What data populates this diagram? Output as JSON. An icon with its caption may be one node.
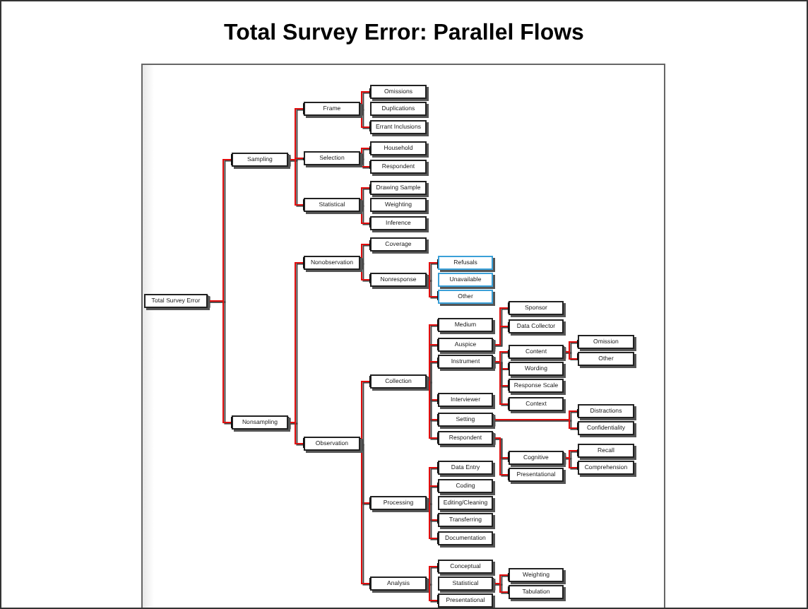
{
  "diagram": {
    "title": "Total Survey Error: Parallel Flows",
    "nodes": [
      {
        "text": [
          "Total Survey Error"
        ]
      },
      {
        "text": [
          "Sampling"
        ]
      },
      {
        "text": [
          "Frame"
        ]
      },
      {
        "text": [
          "Omissions"
        ]
      },
      {
        "text": [
          "Duplications"
        ]
      },
      {
        "text": [
          "Errant Inclusions"
        ]
      },
      {
        "text": [
          "Selection"
        ]
      },
      {
        "text": [
          "Household"
        ]
      },
      {
        "text": [
          "Respondent"
        ]
      },
      {
        "text": [
          "Statistical"
        ]
      },
      {
        "text": [
          "Drawing Sample"
        ]
      },
      {
        "text": [
          "Weighting"
        ]
      },
      {
        "text": [
          "Inference"
        ]
      },
      {
        "text": [
          "Nonsampling"
        ]
      },
      {
        "text": [
          "Nonobservation"
        ]
      },
      {
        "text": [
          "Coverage"
        ]
      },
      {
        "text": [
          "Nonresponse"
        ]
      },
      {
        "text": [
          "Refusals"
        ]
      },
      {
        "text": [
          "Unavailable"
        ]
      },
      {
        "text": [
          "Other"
        ]
      },
      {
        "text": [
          "Observation"
        ]
      },
      {
        "text": [
          "Collection"
        ]
      },
      {
        "text": [
          "Medium"
        ]
      },
      {
        "text": [
          "Auspice"
        ]
      },
      {
        "text": [
          "Sponsor"
        ]
      },
      {
        "text": [
          "Data Collector"
        ]
      },
      {
        "text": [
          "Instrument"
        ]
      },
      {
        "text": [
          "Content"
        ]
      },
      {
        "text": [
          "Omission"
        ]
      },
      {
        "text": [
          "Other"
        ]
      },
      {
        "text": [
          "Wording"
        ]
      },
      {
        "text": [
          "Response Scale"
        ]
      },
      {
        "text": [
          "Context"
        ]
      },
      {
        "text": [
          "Interviewer"
        ]
      },
      {
        "text": [
          "Setting"
        ]
      },
      {
        "text": [
          "Distractions"
        ]
      },
      {
        "text": [
          "Confidentiality"
        ]
      },
      {
        "text": [
          "Respondent"
        ]
      },
      {
        "text": [
          "Cognitive"
        ]
      },
      {
        "text": [
          "Recall"
        ]
      },
      {
        "text": [
          "Comprehension"
        ]
      },
      {
        "text": [
          "Presentational"
        ]
      },
      {
        "text": [
          "Processing"
        ]
      },
      {
        "text": [
          "Data Entry"
        ]
      },
      {
        "text": [
          "Coding"
        ]
      },
      {
        "text": [
          "Editing/Cleaning"
        ]
      },
      {
        "text": [
          "Transferring"
        ]
      },
      {
        "text": [
          "Documentation"
        ]
      },
      {
        "text": [
          "Analysis"
        ]
      },
      {
        "text": [
          "Conceptual"
        ]
      },
      {
        "text": [
          "Statistical"
        ]
      },
      {
        "text": [
          "Weighting"
        ]
      },
      {
        "text": [
          "Tabulation"
        ]
      },
      {
        "text": [
          "Presentational"
        ]
      }
    ],
    "edges": [
      {
        "from": 0,
        "to": 1,
        "arrow": "other"
      },
      {
        "from": 1,
        "to": 2,
        "arrow": "other"
      },
      {
        "from": 2,
        "to": 3,
        "arrow": "other"
      },
      {
        "from": 2,
        "to": 4,
        "arrow": "other"
      },
      {
        "from": 2,
        "to": 5,
        "arrow": "other"
      },
      {
        "from": 1,
        "to": 6,
        "arrow": "other"
      },
      {
        "from": 6,
        "to": 7,
        "arrow": "other"
      },
      {
        "from": 6,
        "to": 8,
        "arrow": "other"
      },
      {
        "from": 1,
        "to": 9,
        "arrow": "other"
      },
      {
        "from": 9,
        "to": 10,
        "arrow": "other"
      },
      {
        "from": 9,
        "to": 11,
        "arrow": "other"
      },
      {
        "from": 9,
        "to": 12,
        "arrow": "other"
      },
      {
        "from": 0,
        "to": 13,
        "arrow": "other"
      },
      {
        "from": 13,
        "to": 14,
        "arrow": "other"
      },
      {
        "from": 14,
        "to": 15,
        "arrow": "other"
      },
      {
        "from": 14,
        "to": 16,
        "arrow": "other"
      },
      {
        "from": 16,
        "to": 17,
        "arrow": "other"
      },
      {
        "from": 16,
        "to": 18,
        "arrow": "other"
      },
      {
        "from": 16,
        "to": 19,
        "arrow": "other"
      },
      {
        "from": 13,
        "to": 20,
        "arrow": "other"
      },
      {
        "from": 20,
        "to": 21,
        "arrow": "other"
      },
      {
        "from": 21,
        "to": 22,
        "arrow": "other"
      },
      {
        "from": 21,
        "to": 23,
        "arrow": "other"
      },
      {
        "from": 23,
        "to": 24,
        "arrow": "other"
      },
      {
        "from": 23,
        "to": 25,
        "arrow": "other"
      },
      {
        "from": 21,
        "to": 26,
        "arrow": "other"
      },
      {
        "from": 26,
        "to": 27,
        "arrow": "other"
      },
      {
        "from": 27,
        "to": 28,
        "arrow": "other"
      },
      {
        "from": 27,
        "to": 29,
        "arrow": "other"
      },
      {
        "from": 26,
        "to": 30,
        "arrow": "other"
      },
      {
        "from": 26,
        "to": 31,
        "arrow": "other"
      },
      {
        "from": 26,
        "to": 32,
        "arrow": "other"
      },
      {
        "from": 21,
        "to": 33,
        "arrow": "other"
      },
      {
        "from": 21,
        "to": 34,
        "arrow": "other"
      },
      {
        "from": 34,
        "to": 35,
        "arrow": "other"
      },
      {
        "from": 34,
        "to": 36,
        "arrow": "other"
      },
      {
        "from": 21,
        "to": 37,
        "arrow": "other"
      },
      {
        "from": 37,
        "to": 38,
        "arrow": "other"
      },
      {
        "from": 38,
        "to": 39,
        "arrow": "other"
      },
      {
        "from": 38,
        "to": 40,
        "arrow": "other"
      },
      {
        "from": 37,
        "to": 41,
        "arrow": "other"
      },
      {
        "from": 20,
        "to": 42,
        "arrow": "other"
      },
      {
        "from": 42,
        "to": 43,
        "arrow": "other"
      },
      {
        "from": 42,
        "to": 44,
        "arrow": "other"
      },
      {
        "from": 42,
        "to": 45,
        "arrow": "other"
      },
      {
        "from": 42,
        "to": 46,
        "arrow": "other"
      },
      {
        "from": 42,
        "to": 47,
        "arrow": "other"
      },
      {
        "from": 20,
        "to": 48,
        "arrow": "other"
      },
      {
        "from": 48,
        "to": 49,
        "arrow": "other"
      },
      {
        "from": 48,
        "to": 50,
        "arrow": "other"
      },
      {
        "from": 50,
        "to": 51,
        "arrow": "other"
      },
      {
        "from": 50,
        "to": 52,
        "arrow": "other"
      },
      {
        "from": 48,
        "to": 53,
        "arrow": "other"
      }
    ]
  }
}
